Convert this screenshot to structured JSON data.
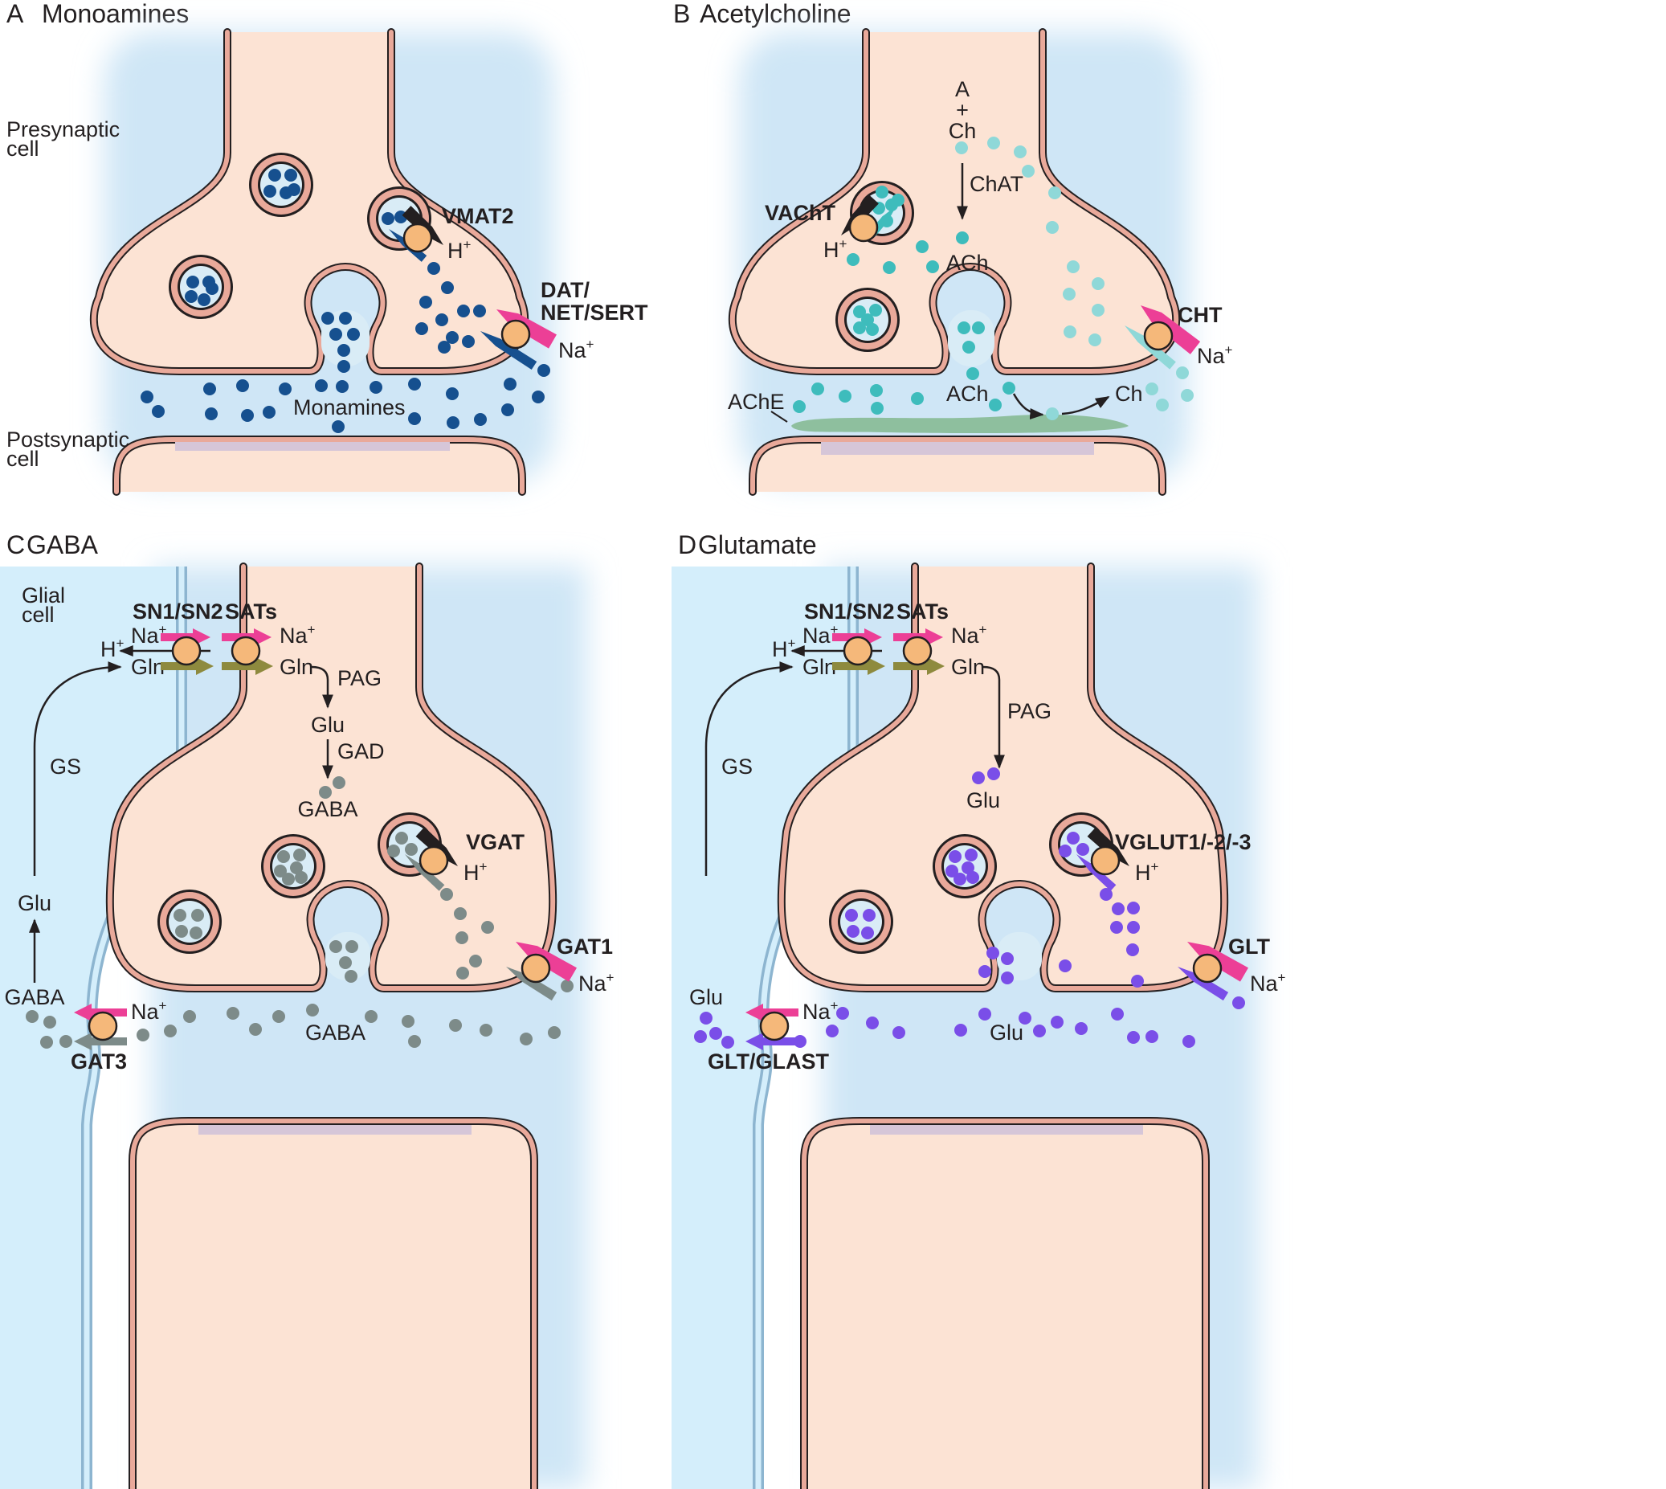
{
  "colors": {
    "cytoplasm": "#fce3d4",
    "membrane": "#e9a99a",
    "glia": "#d4eefb",
    "cleft_glow": "#cfe6f6",
    "vesicle_lumen": "#d9ecf6",
    "postsynaptic_density": "#d6c6d8",
    "transporter": "#f5b87a",
    "sodium_arrow": "#ec3f96",
    "proton_arrow": "#231f20",
    "glutamine_arrow": "#8e8a3e",
    "monoamine": "#16508f",
    "acetylcholine": "#3ebcbc",
    "choline": "#8fd8d8",
    "gaba": "#7d8b89",
    "glutamate": "#7a4ee8",
    "ache": "#8ebf9e"
  },
  "panels": [
    {
      "letter": "A",
      "title": "Monoamines",
      "labels": {
        "presynaptic": [
          "Presynaptic",
          "cell"
        ],
        "postsynaptic": [
          "Postsynaptic",
          "cell"
        ],
        "vesicular_transporter": "VMAT2",
        "proton": "H",
        "plasma_transporter": [
          "DAT/",
          "NET/SERT"
        ],
        "sodium": "Na",
        "transmitter": "Monamines"
      }
    },
    {
      "letter": "B",
      "title": "Acetylcholine",
      "labels": {
        "precursor": [
          "A",
          "+",
          "Ch"
        ],
        "enzyme": "ChAT",
        "vesicular_transporter": "VAChT",
        "proton": "H",
        "product": "ACh",
        "plasma_transporter": "CHT",
        "sodium": "Na",
        "esterase": "AChE",
        "cleft_transmitter": "ACh",
        "choline": "Ch"
      }
    },
    {
      "letter": "C",
      "title": "GABA",
      "labels": {
        "glial": [
          "Glial",
          "cell"
        ],
        "glial_transporter": "SN1/SN2",
        "neuronal_glutamine_transporter": "SATs",
        "sodium": "Na",
        "proton": "H",
        "glutamine": "Gln",
        "enzyme1": "PAG",
        "intermediate": "Glu",
        "enzyme2": "GAD",
        "product": "GABA",
        "vesicular_transporter": "VGAT",
        "plasma_transporter": "GAT1",
        "glial_synthetase": "GS",
        "glial_glu": "Glu",
        "glial_gaba": "GABA",
        "glial_plasma_transporter": "GAT3",
        "cleft_transmitter": "GABA"
      }
    },
    {
      "letter": "D",
      "title": "Glutamate",
      "labels": {
        "glial_transporter": "SN1/SN2",
        "neuronal_glutamine_transporter": "SATs",
        "sodium": "Na",
        "proton": "H",
        "glutamine": "Gln",
        "enzyme": "PAG",
        "product": "Glu",
        "vesicular_transporter": "VGLUT1/-2/-3",
        "plasma_transporter": "GLT",
        "glial_synthetase": "GS",
        "glial_glu": "Glu",
        "glial_plasma_transporter": "GLT/GLAST",
        "cleft_transmitter": "Glu"
      }
    }
  ]
}
